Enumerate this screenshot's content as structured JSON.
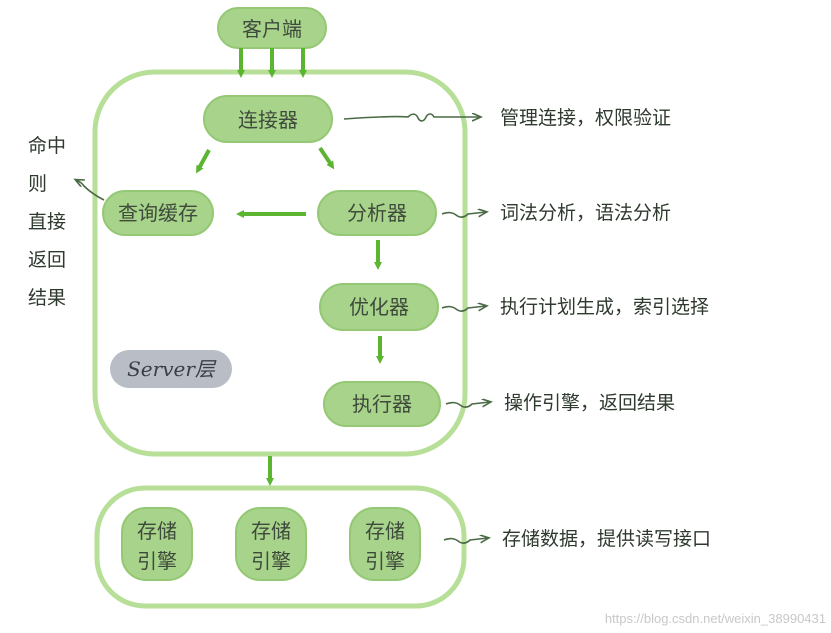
{
  "client": "客户端",
  "server_label": "Server层",
  "server_components": {
    "connector": "连接器",
    "query_cache": "查询缓存",
    "analyzer": "分析器",
    "optimizer": "优化器",
    "executor": "执行器"
  },
  "cache_hit_note": [
    "命中",
    "则",
    "直接",
    "返回",
    "结果"
  ],
  "annotations": {
    "connector": "管理连接，权限验证",
    "analyzer": "词法分析，语法分析",
    "optimizer": "执行计划生成，索引选择",
    "executor": "操作引擎，返回结果",
    "storage": "存储数据，提供读写接口"
  },
  "storage_engines": [
    [
      "存储",
      "引擎"
    ],
    [
      "存储",
      "引擎"
    ],
    [
      "存储",
      "引擎"
    ]
  ],
  "watermark": "https://blog.csdn.net/weixin_38990431",
  "colors": {
    "pill": "#a8d38a",
    "pill_stroke": "#94c874",
    "arrow": "#5cb531",
    "border": "#b7df97",
    "server_tag": "#b9bec6",
    "annotation_arrow": "#4a6b45"
  }
}
